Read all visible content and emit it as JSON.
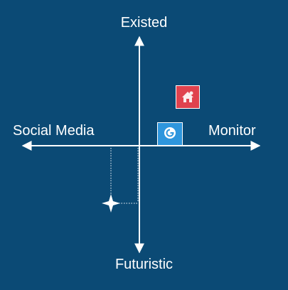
{
  "diagram": {
    "axes": {
      "top": "Existed",
      "bottom": "Futuristic",
      "left": "Social Media",
      "right": "Monitor"
    },
    "colors": {
      "background": "#0b4a75",
      "axis": "#ffffff",
      "red_icon": "#e0424e",
      "blue_icon": "#2e96dd"
    },
    "items": [
      {
        "icon": "red-house-app-icon",
        "color": "#e0424e"
      },
      {
        "icon": "blue-g-app-icon",
        "color": "#2e96dd"
      },
      {
        "icon": "four-point-star-icon",
        "color": "#ffffff"
      }
    ]
  }
}
